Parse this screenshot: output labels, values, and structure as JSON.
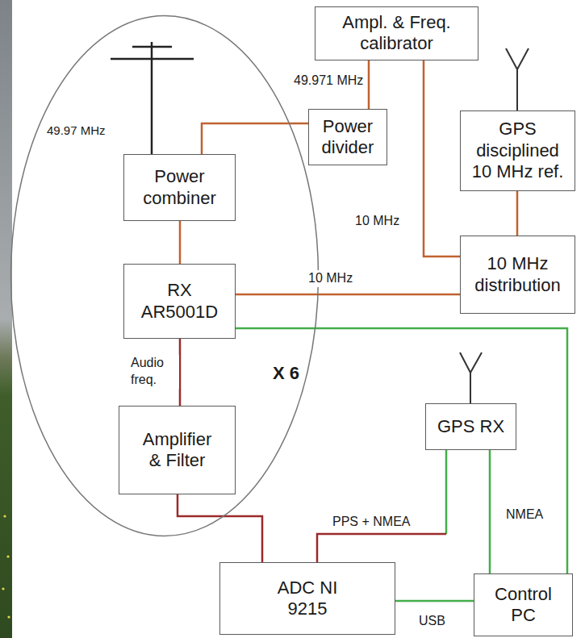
{
  "diagram": {
    "nodes": [
      {
        "text": [
          "X 6"
        ]
      },
      {
        "text": [
          "Ampl. & Freq. calibrator"
        ]
      },
      {
        "text": [
          "Power divider"
        ]
      },
      {
        "text": [
          "GPS disciplined 10 MHz ref."
        ]
      },
      {
        "text": [
          "Power combiner"
        ],
        "in": 0
      },
      {
        "text": [
          "10 MHz distribution"
        ]
      },
      {
        "text": [
          "RX AR5001D"
        ],
        "in": 0
      },
      {
        "text": [
          "GPS RX"
        ]
      },
      {
        "text": [
          "Amplifier & Filter"
        ],
        "in": 0
      },
      {
        "text": [
          "ADC NI 9215"
        ]
      },
      {
        "text": [
          "Control PC"
        ]
      }
    ],
    "edges": [
      {
        "from": 1,
        "to": 2,
        "arrow": "none",
        "label": "49.971 MHz"
      },
      {
        "from": 1,
        "to": 5,
        "arrow": "none",
        "label": "10 MHz"
      },
      {
        "from": 3,
        "to": 5,
        "arrow": "none"
      },
      {
        "from": 2,
        "to": 4,
        "arrow": "none"
      },
      {
        "from": 4,
        "to": 6,
        "arrow": "none"
      },
      {
        "from": 6,
        "to": 5,
        "arrow": "none",
        "label": "10 MHz"
      },
      {
        "from": 6,
        "to": 10,
        "arrow": "none"
      },
      {
        "from": 6,
        "to": 8,
        "arrow": "none",
        "label": "Audio freq."
      },
      {
        "from": 8,
        "to": 9,
        "arrow": "none"
      },
      {
        "from": 7,
        "to": 9,
        "arrow": "none",
        "label": "PPS + NMEA"
      },
      {
        "from": 7,
        "to": 10,
        "arrow": "none",
        "label": "NMEA"
      },
      {
        "from": 9,
        "to": 10,
        "arrow": "none",
        "label": "USB"
      }
    ],
    "labels": [
      "49.97 MHz"
    ]
  }
}
